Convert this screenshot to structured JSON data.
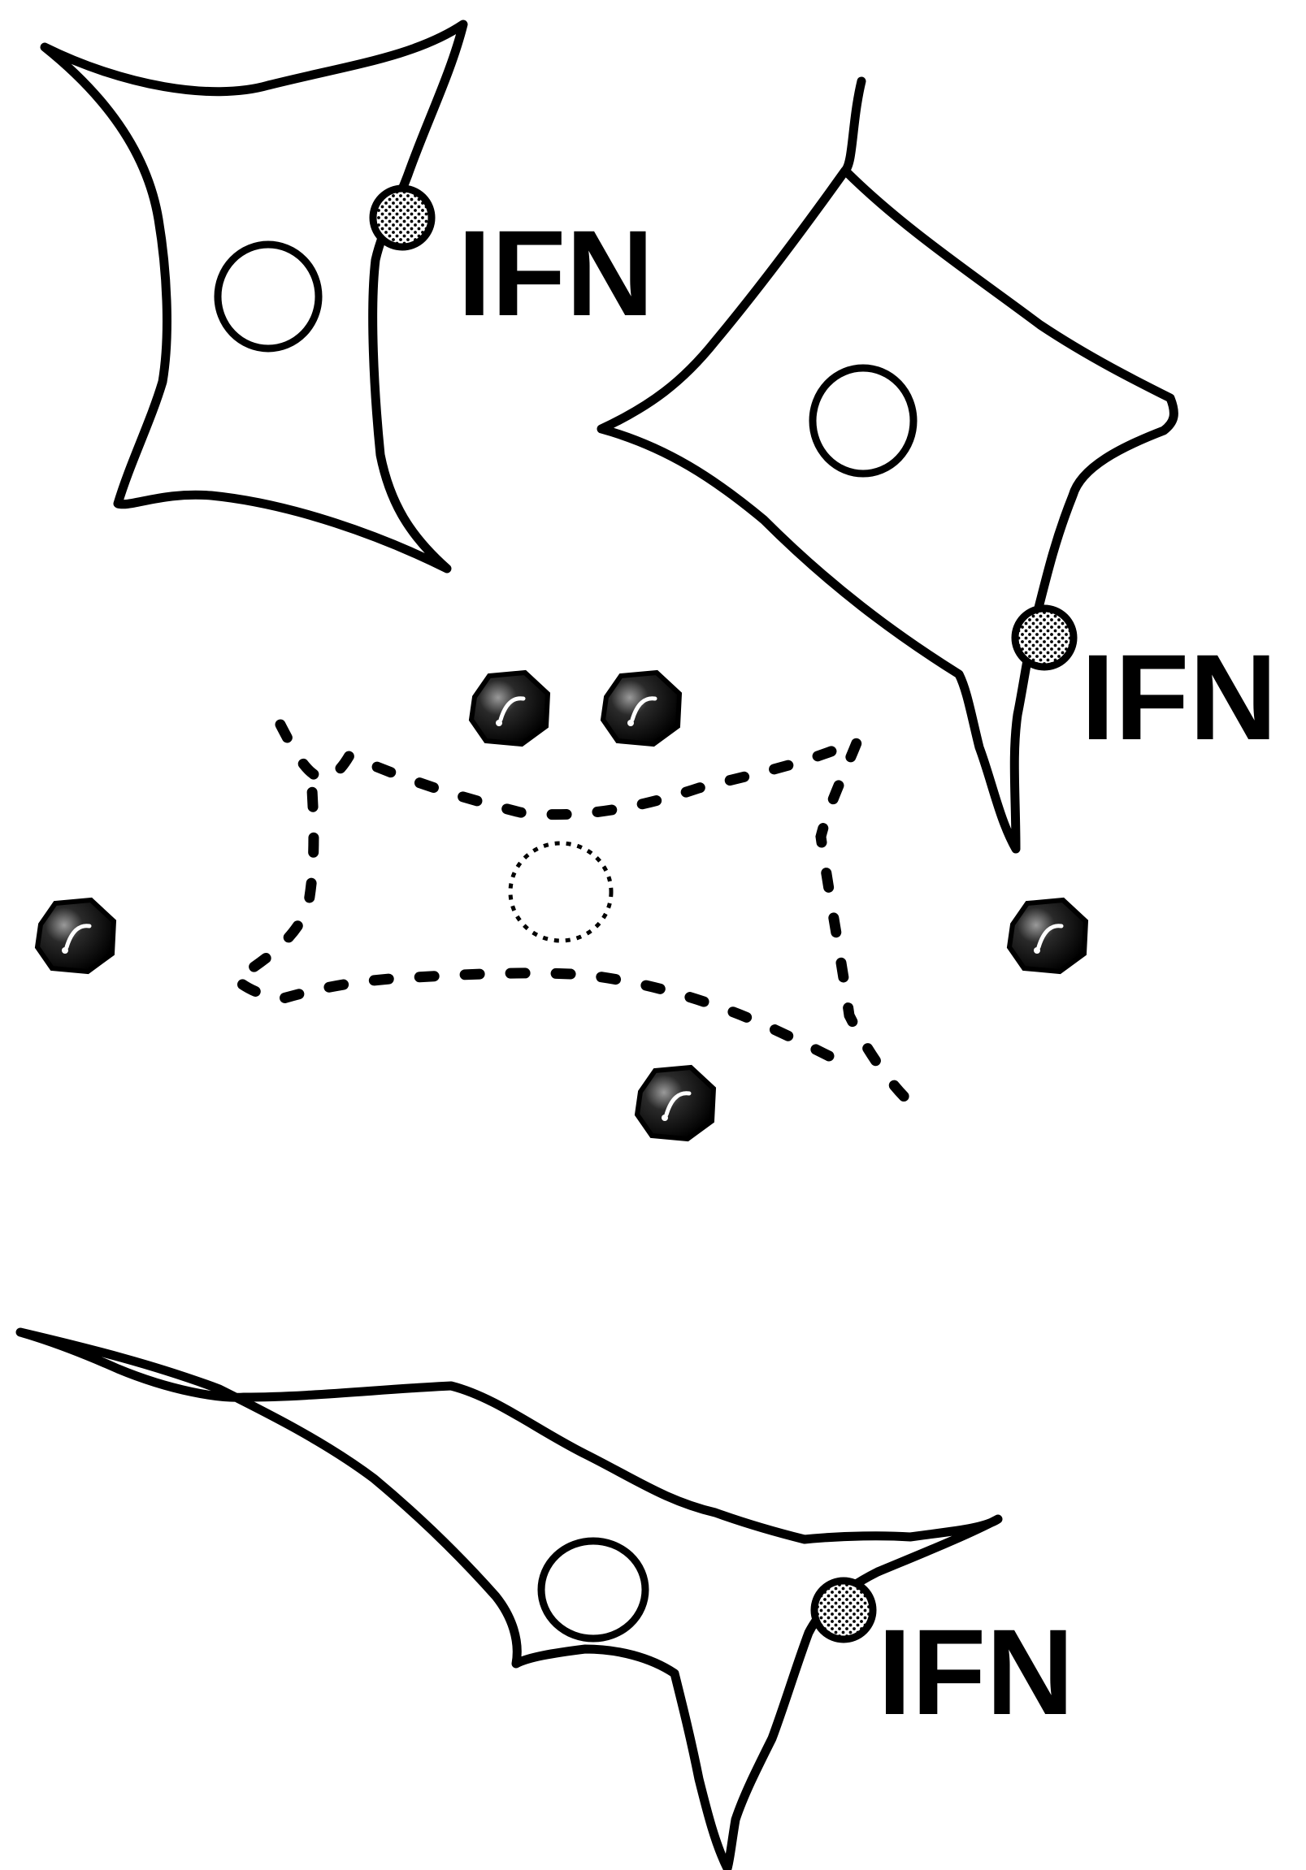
{
  "labels": {
    "ifn_1": "IFN",
    "ifn_2": "IFN",
    "ifn_3": "IFN"
  },
  "colors": {
    "ink": "#000000",
    "background": "#ffffff"
  },
  "icons": {
    "ifn_marker": "stippled-circle",
    "particle": "dark-hexagon"
  }
}
